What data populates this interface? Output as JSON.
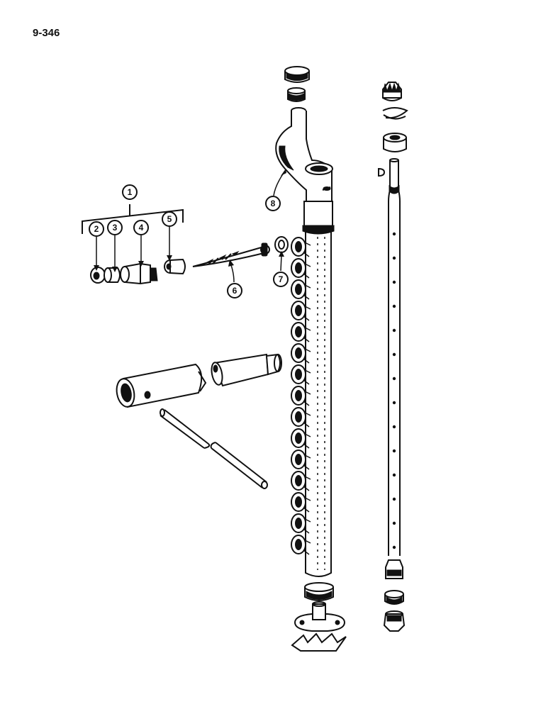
{
  "page": {
    "number": "9-346"
  },
  "callouts": [
    {
      "id": "callout-1",
      "label": "1"
    },
    {
      "id": "callout-2",
      "label": "2"
    },
    {
      "id": "callout-3",
      "label": "3"
    },
    {
      "id": "callout-4",
      "label": "4"
    },
    {
      "id": "callout-5",
      "label": "5"
    },
    {
      "id": "callout-6",
      "label": "6"
    },
    {
      "id": "callout-7",
      "label": "7"
    },
    {
      "id": "callout-8",
      "label": "8"
    }
  ],
  "colors": {
    "ink": "#111111",
    "paper": "#ffffff"
  }
}
